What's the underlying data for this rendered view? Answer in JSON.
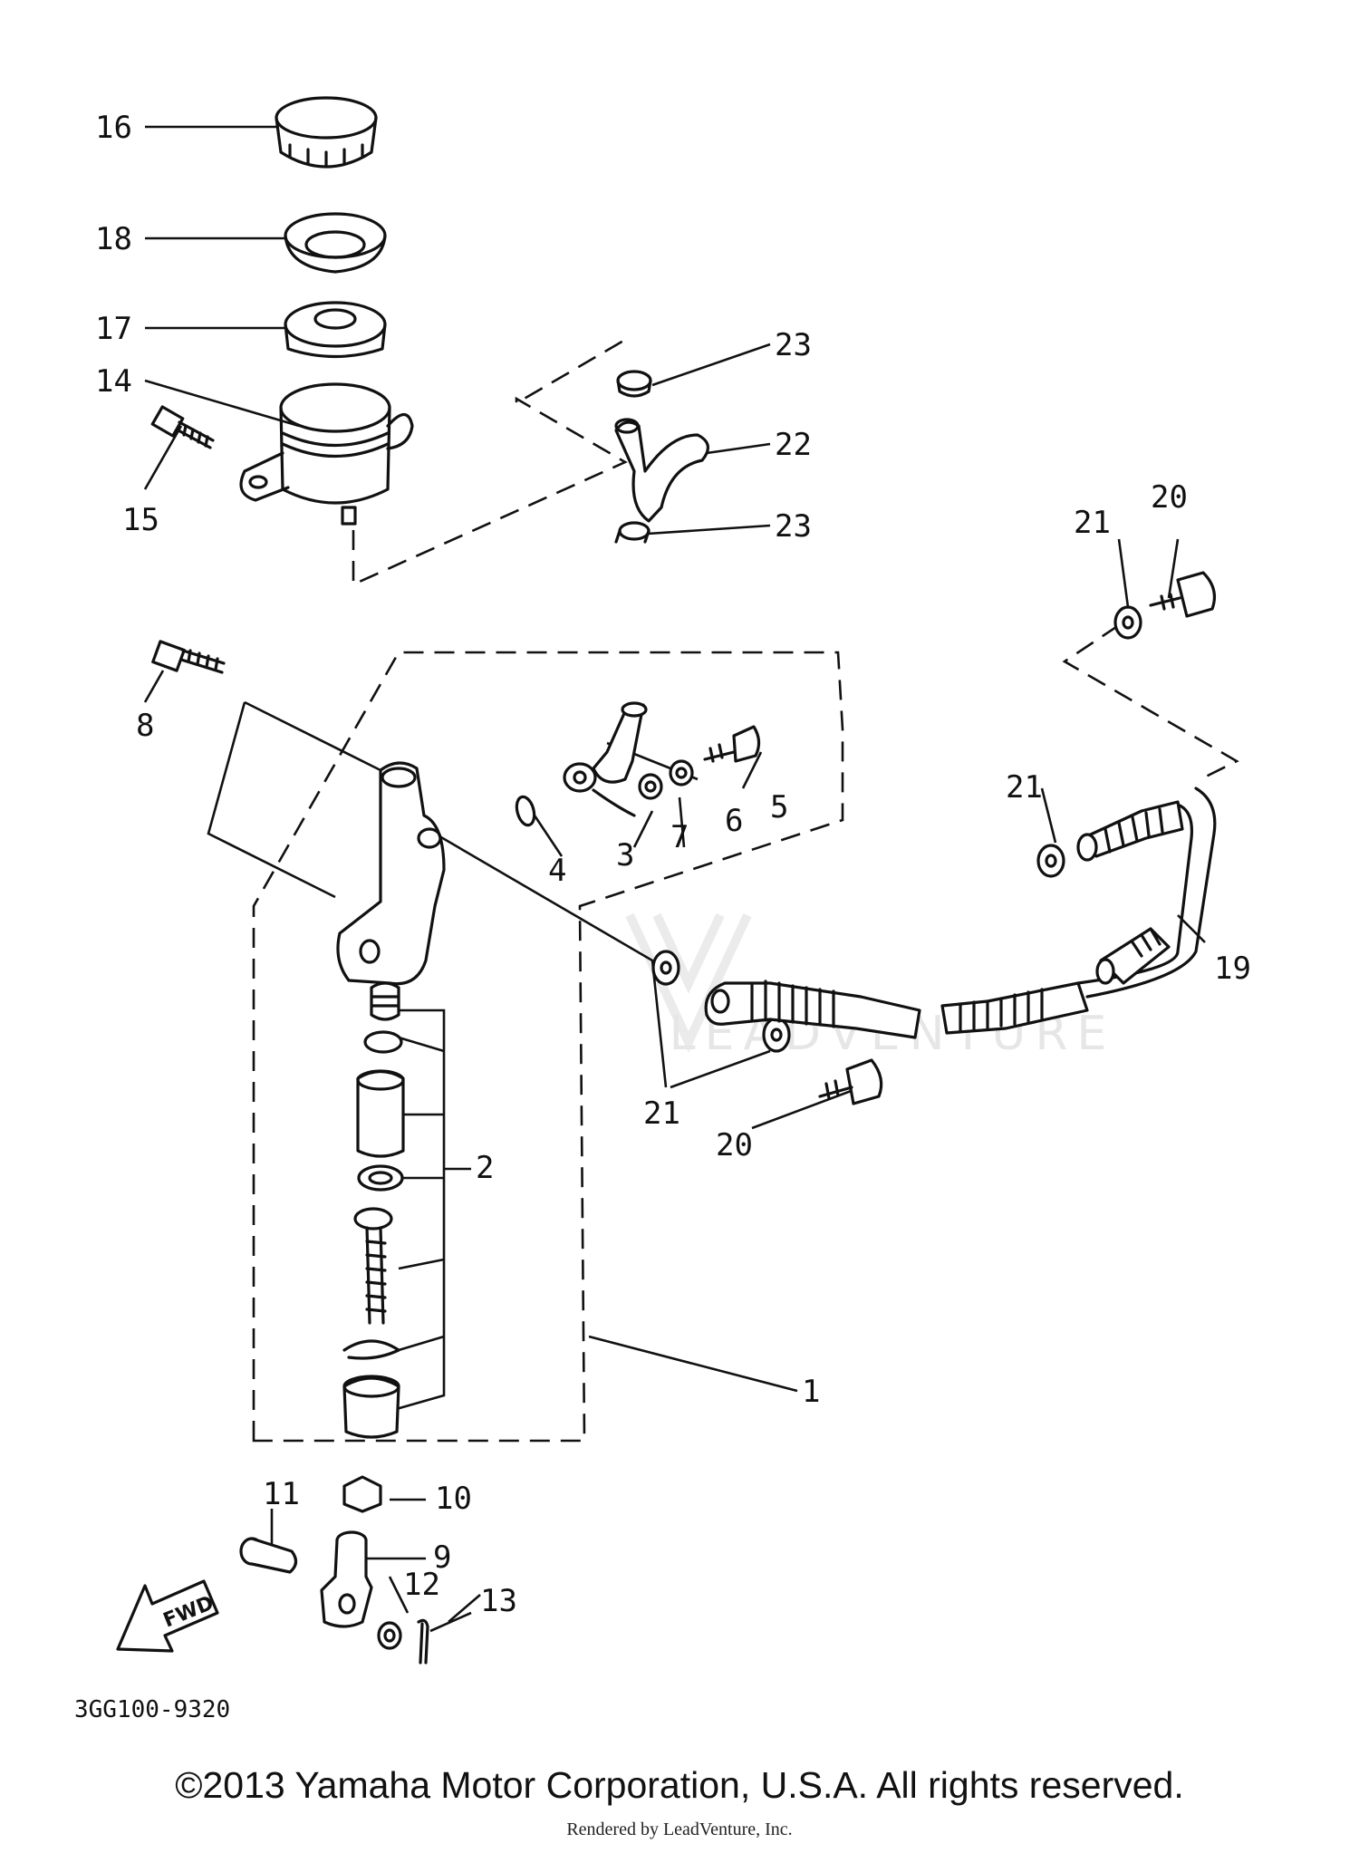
{
  "callouts": {
    "c1": "1",
    "c2": "2",
    "c3": "3",
    "c4": "4",
    "c5": "5",
    "c6": "6",
    "c7": "7",
    "c8": "8",
    "c9": "9",
    "c10": "10",
    "c11": "11",
    "c12": "12",
    "c13": "13",
    "c14": "14",
    "c15": "15",
    "c16": "16",
    "c17": "17",
    "c18": "18",
    "c19": "19",
    "c20a": "20",
    "c20b": "20",
    "c21a": "21",
    "c21b": "21",
    "c21c": "21",
    "c22": "22",
    "c23a": "23",
    "c23b": "23"
  },
  "fwd_label": "FWD",
  "part_code": "3GG100-9320",
  "watermark": "LEADVENTURE",
  "copyright": "©2013 Yamaha Motor Corporation, U.S.A. All rights reserved.",
  "rendered_by": "Rendered by LeadVenture, Inc."
}
